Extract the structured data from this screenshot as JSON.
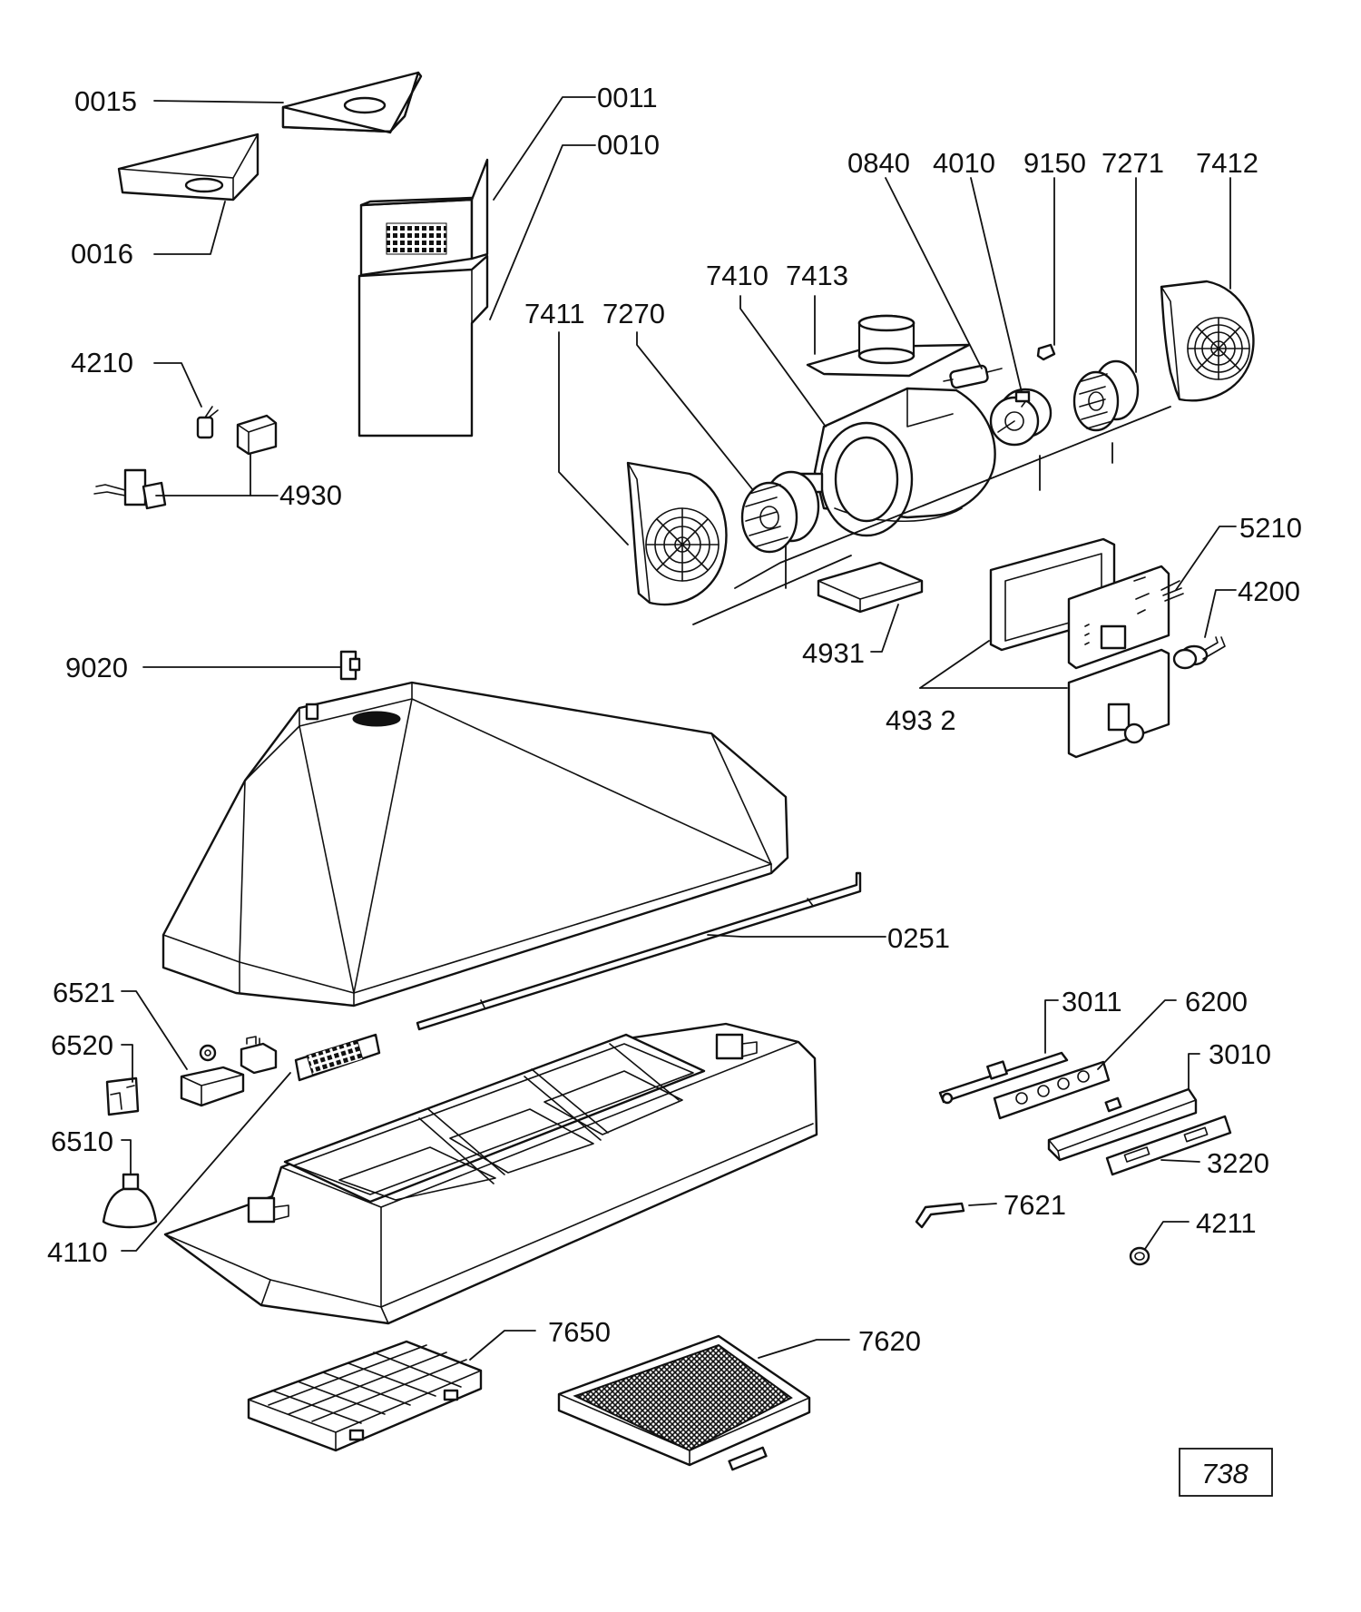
{
  "parts": [
    {
      "id": "p0015",
      "label": "0015"
    },
    {
      "id": "p0016",
      "label": "0016"
    },
    {
      "id": "p0011",
      "label": "0011"
    },
    {
      "id": "p0010",
      "label": "0010"
    },
    {
      "id": "p4210",
      "label": "4210"
    },
    {
      "id": "p4930",
      "label": "4930"
    },
    {
      "id": "p0840",
      "label": "0840"
    },
    {
      "id": "p4010",
      "label": "4010"
    },
    {
      "id": "p9150",
      "label": "9150"
    },
    {
      "id": "p7271",
      "label": "7271"
    },
    {
      "id": "p7412",
      "label": "7412"
    },
    {
      "id": "p7410",
      "label": "7410"
    },
    {
      "id": "p7413",
      "label": "7413"
    },
    {
      "id": "p7411",
      "label": "7411"
    },
    {
      "id": "p7270",
      "label": "7270"
    },
    {
      "id": "p5210",
      "label": "5210"
    },
    {
      "id": "p4200",
      "label": "4200"
    },
    {
      "id": "p4931",
      "label": "4931"
    },
    {
      "id": "p4932",
      "label": "493 2"
    },
    {
      "id": "p9020",
      "label": "9020"
    },
    {
      "id": "p0251",
      "label": "0251"
    },
    {
      "id": "p6521",
      "label": "6521"
    },
    {
      "id": "p6520",
      "label": "6520"
    },
    {
      "id": "p6510",
      "label": "6510"
    },
    {
      "id": "p4110",
      "label": "4110"
    },
    {
      "id": "p3011",
      "label": "3011"
    },
    {
      "id": "p6200",
      "label": "6200"
    },
    {
      "id": "p3010",
      "label": "3010"
    },
    {
      "id": "p3220",
      "label": "3220"
    },
    {
      "id": "p7621",
      "label": "7621"
    },
    {
      "id": "p4211",
      "label": "4211"
    },
    {
      "id": "p7650",
      "label": "7650"
    },
    {
      "id": "p7620",
      "label": "7620"
    }
  ],
  "diagram_number": "738"
}
